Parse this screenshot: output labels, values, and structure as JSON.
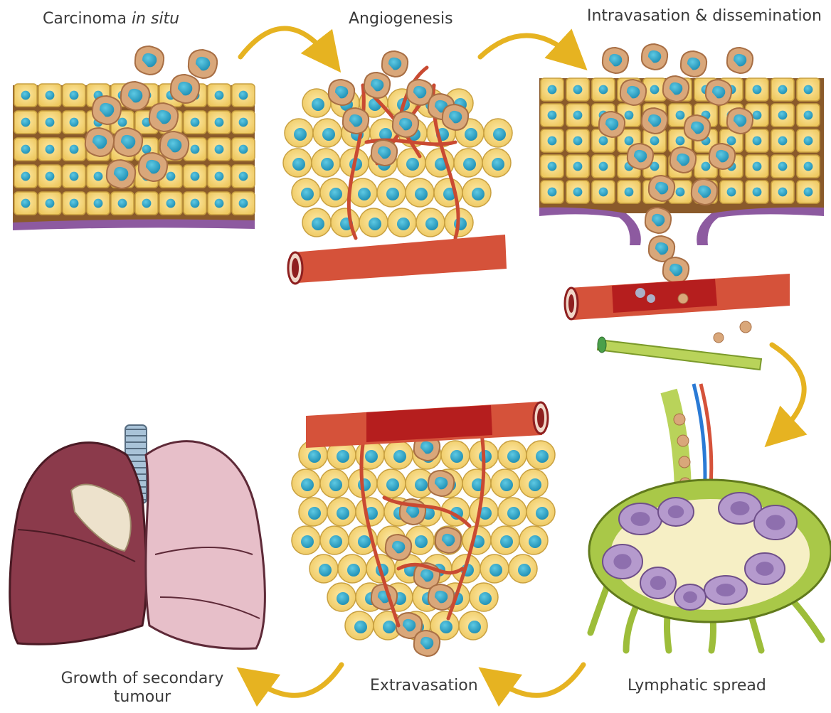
{
  "title": "",
  "stages": {
    "carcinoma": {
      "label_main": "Carcinoma",
      "label_italic": "in situ"
    },
    "angiogenesis": {
      "label": "Angiogenesis"
    },
    "intravasation": {
      "label": "Intravasation  & dissemination"
    },
    "lymphatic": {
      "label": "Lymphatic spread"
    },
    "extravasation": {
      "label": "Extravasation"
    },
    "secondary": {
      "label_line1": "Growth of secondary",
      "label_line2": "tumour"
    }
  },
  "colors": {
    "cell_body": "#f5d678",
    "cell_border": "#c8a040",
    "nucleus": "#2ba6c8",
    "tumour_cell": "#d9a77a",
    "tumour_border": "#a86f45",
    "vessel": "#d5523a",
    "vessel_dark": "#8e1f1f",
    "membrane": "#8d5aa0",
    "arrow": "#e6b321",
    "lymph": "#b9d35a",
    "lung_left": "#8b3a4b",
    "lung_right": "#e7bfc9"
  },
  "icons": [
    "cycle-arrow-icon"
  ]
}
